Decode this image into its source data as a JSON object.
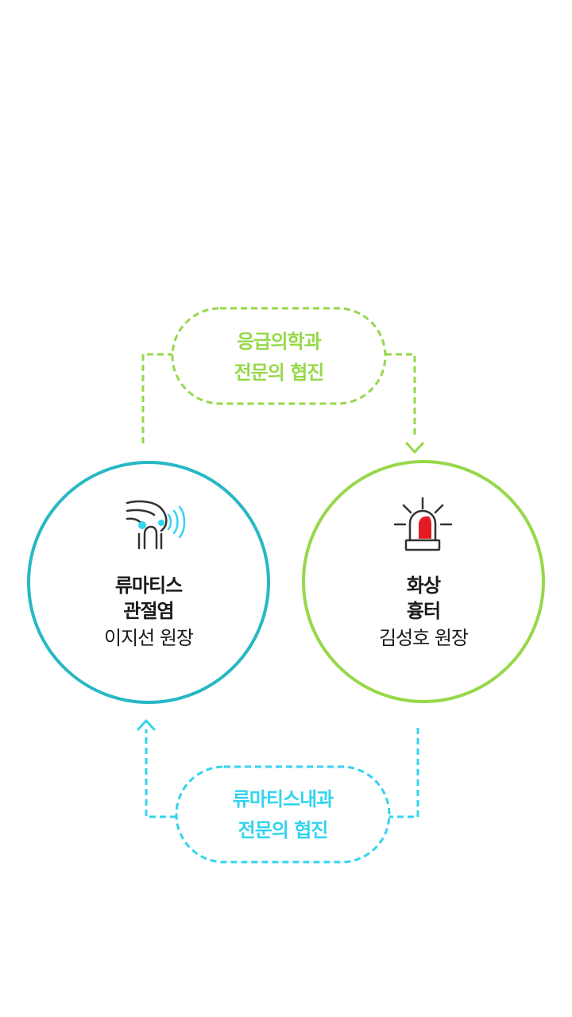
{
  "colors": {
    "green": "#96d84a",
    "cyan": "#33d4ee",
    "teal": "#27b8c4",
    "red": "#e31b23",
    "ink": "#333333"
  },
  "top_pill": {
    "line1": "응급의학과",
    "line2": "전문의 협진"
  },
  "bottom_pill": {
    "line1": "류마티스내과",
    "line2": "전문의 협진"
  },
  "left_node": {
    "icon": "knee-joint-icon",
    "title_line1": "류마티스",
    "title_line2": "관절염",
    "name": "이지선 원장"
  },
  "right_node": {
    "icon": "siren-icon",
    "title_line1": "화상",
    "title_line2": "흉터",
    "name": "김성호 원장"
  }
}
